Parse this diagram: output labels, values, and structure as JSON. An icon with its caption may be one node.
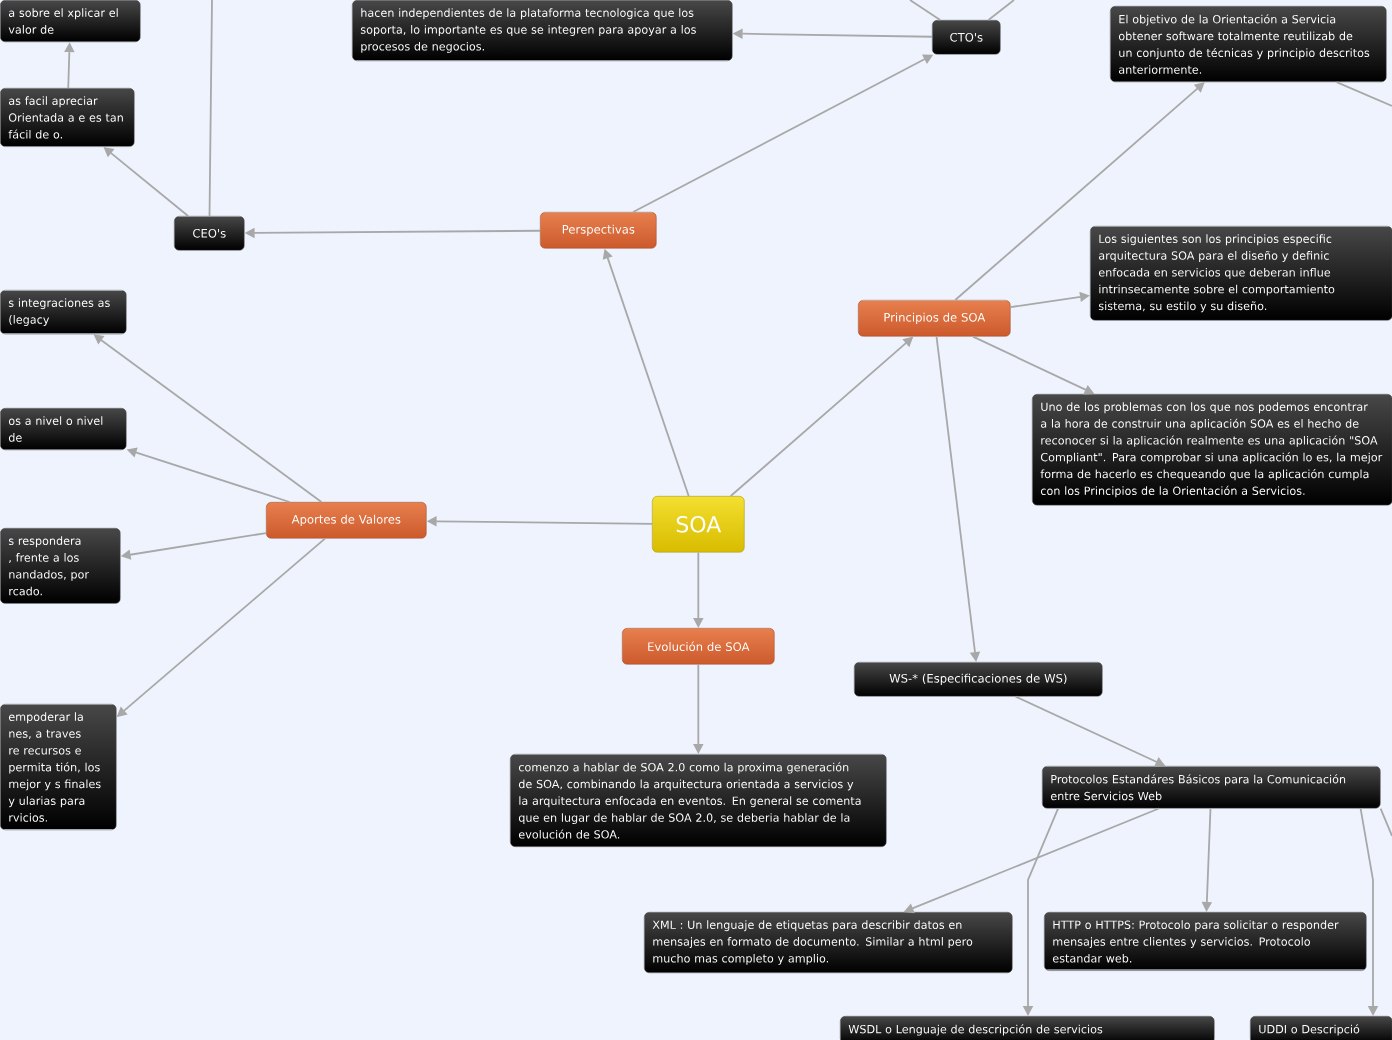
{
  "diagram": {
    "nodes": [
      {
        "text": [
          "SOA"
        ]
      },
      {
        "text": [
          "Perspectivas"
        ]
      },
      {
        "text": [
          "CEO's"
        ]
      },
      {
        "text": [
          "a sobre el xplicar el valor de"
        ]
      },
      {
        "text": [
          "as facil apreciar Orientada a e es tan fácil de o."
        ]
      },
      {
        "text": [
          "CTO's"
        ]
      },
      {
        "text": [
          "hacen independientes de la plataforma tecnologica que los soporta, lo importante es que se integren para apoyar a los procesos de negocios."
        ]
      },
      {
        "text": [
          "Principios de SOA"
        ]
      },
      {
        "text": [
          "El objetivo de la Orientación a Servicia obtener software totalmente reutilizab de un conjunto de técnicas y principio descritos anteriormente."
        ]
      },
      {
        "text": [
          "Los siguientes son los principios especific arquitectura SOA para el diseño y definic enfocada en servicios que deberan influe intrinsecamente sobre el comportamiento sistema, su estilo y su diseño."
        ]
      },
      {
        "text": [
          "Uno de los problemas con los que nos podemos encontrar a la hora de construir una aplicación SOA es el hecho de reconocer si la aplicación realmente es una aplicación \"SOA Compliant\". Para comprobar si una aplicación lo es, la mejor forma de hacerlo es chequeando que la aplicación cumpla con los Principios de la Orientación a Servicios."
        ]
      },
      {
        "text": [
          "WS-* (Especificaciones de WS)"
        ]
      },
      {
        "text": [
          "Protocolos Estandáres Básicos para la Comunicación entre Servicios Web"
        ]
      },
      {
        "text": [
          "XML : Un lenguaje de etiquetas para describir datos en mensajes en formato de documento. Similar a html pero mucho mas completo y amplio."
        ]
      },
      {
        "text": [
          "HTTP o HTTPS: Protocolo para solicitar o responder mensajes entre clientes y servicios. Protocolo estandar web."
        ]
      },
      {
        "text": [
          "WSDL o Lenguaje de descripción de servicios"
        ]
      },
      {
        "text": [
          "UDDI o Descripció"
        ]
      },
      {
        "text": [
          "Aportes de Valores"
        ]
      },
      {
        "text": [
          "s integraciones as (legacy"
        ]
      },
      {
        "text": [
          "os a nivel o nivel de"
        ]
      },
      {
        "text": [
          "s respondera , frente a los nandados, por rcado."
        ]
      },
      {
        "text": [
          "empoderar la nes, a traves re recursos e permita tión, los mejor y s finales y ularias para rvicios."
        ]
      },
      {
        "text": [
          "Evolución de SOA"
        ]
      },
      {
        "text": [
          "comenzo a hablar de SOA 2.0 como la proxima generación de SOA, combinando la arquitectura orientada a servicios y la arquitectura enfocada en eventos. En general se comenta que en lugar de hablar de SOA 2.0, se deberia hablar de la evolución de SOA."
        ]
      }
    ],
    "edges": [
      {
        "from": 0,
        "to": 1,
        "arrow": "to"
      },
      {
        "from": 1,
        "to": 2,
        "arrow": "to"
      },
      {
        "from": 4,
        "to": 3,
        "arrow": "to"
      },
      {
        "from": 2,
        "to": 4,
        "arrow": "to"
      },
      {
        "from": 2,
        "to": null,
        "arrow": "none"
      },
      {
        "from": 1,
        "to": 5,
        "arrow": "to"
      },
      {
        "from": 5,
        "to": 6,
        "arrow": "to"
      },
      {
        "from": 5,
        "to": null,
        "arrow": "none"
      },
      {
        "from": 5,
        "to": null,
        "arrow": "none"
      },
      {
        "from": 0,
        "to": 7,
        "arrow": "to"
      },
      {
        "from": 7,
        "to": 8,
        "arrow": "to"
      },
      {
        "from": 8,
        "to": null,
        "arrow": "none"
      },
      {
        "from": 7,
        "to": 9,
        "arrow": "to"
      },
      {
        "from": 7,
        "to": 10,
        "arrow": "to"
      },
      {
        "from": 7,
        "to": 11,
        "arrow": "to"
      },
      {
        "from": 11,
        "to": 12,
        "arrow": "to"
      },
      {
        "from": 12,
        "to": 13,
        "arrow": "to"
      },
      {
        "from": 12,
        "to": 14,
        "arrow": "to"
      },
      {
        "from": 12,
        "to": 15,
        "arrow": "to"
      },
      {
        "from": 12,
        "to": 16,
        "arrow": "to"
      },
      {
        "from": 12,
        "to": null,
        "arrow": "none"
      },
      {
        "from": 0,
        "to": 17,
        "arrow": "to"
      },
      {
        "from": 17,
        "to": 18,
        "arrow": "to"
      },
      {
        "from": 17,
        "to": 19,
        "arrow": "to"
      },
      {
        "from": 17,
        "to": 20,
        "arrow": "to"
      },
      {
        "from": 17,
        "to": 21,
        "arrow": "to"
      },
      {
        "from": 0,
        "to": 22,
        "arrow": "to"
      },
      {
        "from": 22,
        "to": 23,
        "arrow": "to"
      }
    ]
  }
}
